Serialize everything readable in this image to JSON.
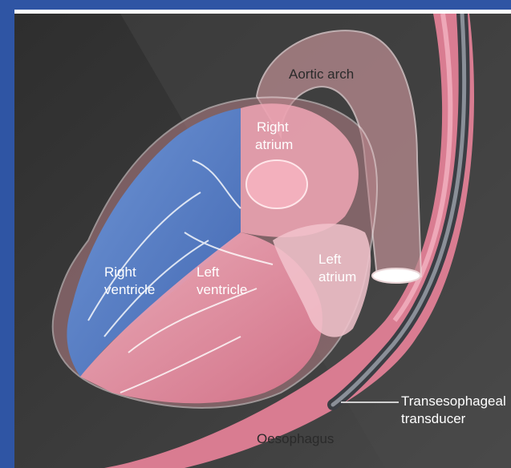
{
  "labels": {
    "aortic_arch": "Aortic arch",
    "right_atrium": [
      "Right",
      "atrium"
    ],
    "left_atrium": [
      "Left",
      "atrium"
    ],
    "right_ventricle": [
      "Right",
      "ventricle"
    ],
    "left_ventricle": [
      "Left",
      "ventricle"
    ],
    "transducer": [
      "Transesophageal",
      "transducer"
    ],
    "oesophagus": "Oesophagus"
  },
  "colors": {
    "frame_blue": "#2f55a4",
    "background": "#3a3a3a",
    "right_heart_blue": "#4f7fd0",
    "left_heart_pink": "#e896a8",
    "oesophagus_pink": "#e17f96",
    "probe_gray": "#5b5f66"
  }
}
